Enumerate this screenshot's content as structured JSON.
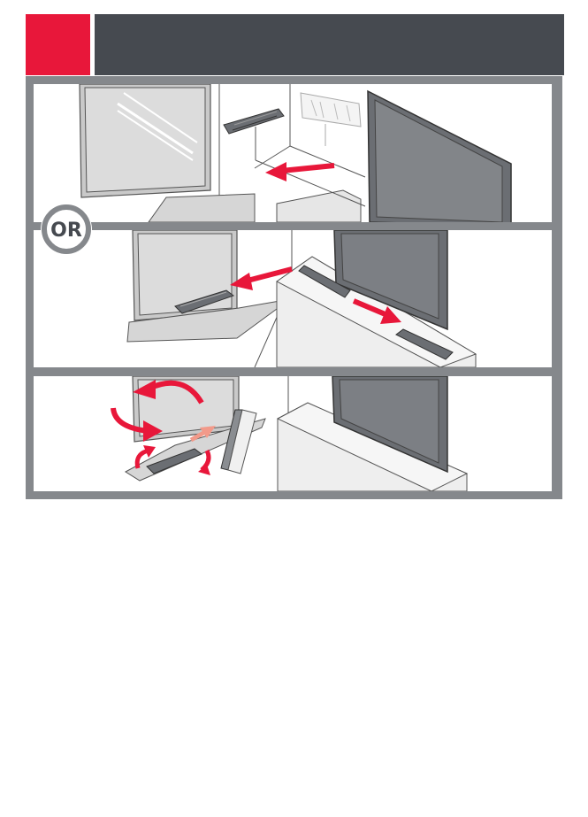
{
  "header": {
    "accent_color": "#e8173a",
    "bar_color": "#464a50"
  },
  "divider": {
    "label": "OR"
  },
  "illustrations": [
    {
      "name": "mount-on-wall-beside-window",
      "icons": [
        "antenna-icon",
        "tv-icon",
        "window-icon",
        "arrow-icon"
      ]
    },
    {
      "name": "place-on-windowsill-or-tv-stand",
      "icons": [
        "flat-antenna-icon",
        "tv-icon",
        "window-icon",
        "arrow-icon"
      ]
    },
    {
      "name": "rotate-and-tilt-antenna",
      "icons": [
        "rotate-arrow-icon",
        "flat-antenna-icon",
        "tv-icon",
        "window-icon"
      ]
    }
  ],
  "colors": {
    "arrow": "#e8173a",
    "arrow_light": "#f29a8a",
    "frame": "#85888c",
    "tv": "#6b6e73",
    "line": "#555555"
  }
}
